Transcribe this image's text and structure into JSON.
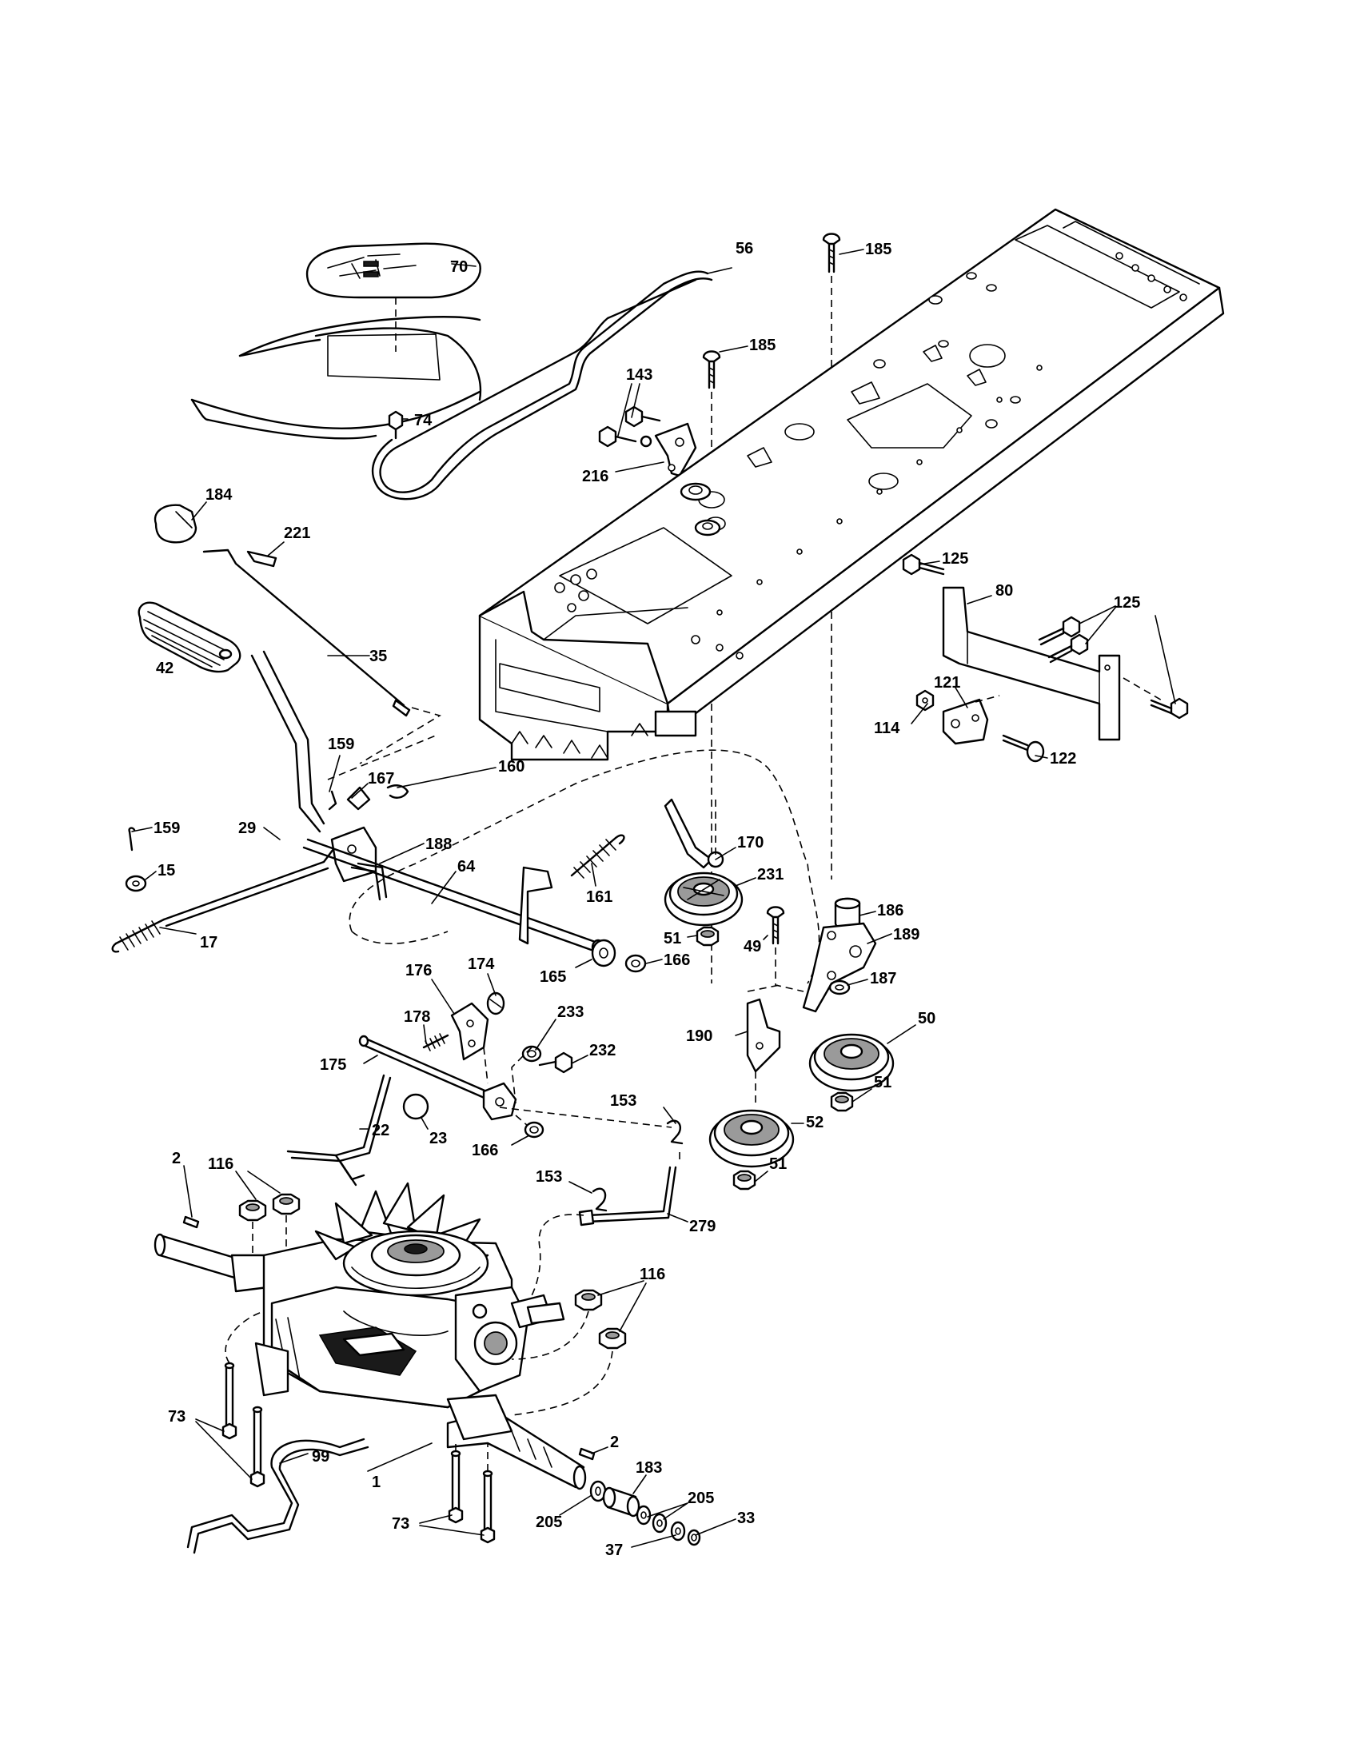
{
  "labels": {
    "l70": "70",
    "l56": "56",
    "l185a": "185",
    "l185b": "185",
    "l74": "74",
    "l143": "143",
    "l216": "216",
    "l184": "184",
    "l221": "221",
    "l35": "35",
    "l42": "42",
    "l125a": "125",
    "l80": "80",
    "l125b": "125",
    "l121": "121",
    "l114": "114",
    "l122": "122",
    "l159a": "159",
    "l167": "167",
    "l160": "160",
    "l159b": "159",
    "l29": "29",
    "l188": "188",
    "l64": "64",
    "l15": "15",
    "l170": "170",
    "l231": "231",
    "l161": "161",
    "l17": "17",
    "l51a": "51",
    "l186": "186",
    "l49": "49",
    "l189": "189",
    "l174": "174",
    "l176": "176",
    "l165": "165",
    "l166a": "166",
    "l187": "187",
    "l233": "233",
    "l178": "178",
    "l232": "232",
    "l190": "190",
    "l50": "50",
    "l175": "175",
    "l51b": "51",
    "l153a": "153",
    "l22": "22",
    "l23": "23",
    "l52": "52",
    "l166b": "166",
    "l51c": "51",
    "l2a": "2",
    "l116a": "116",
    "l153b": "153",
    "l279": "279",
    "l116b": "116",
    "l73a": "73",
    "l2b": "2",
    "l183": "183",
    "l99": "99",
    "l1": "1",
    "l205a": "205",
    "l205b": "205",
    "l33": "33",
    "l73b": "73",
    "l37": "37"
  }
}
